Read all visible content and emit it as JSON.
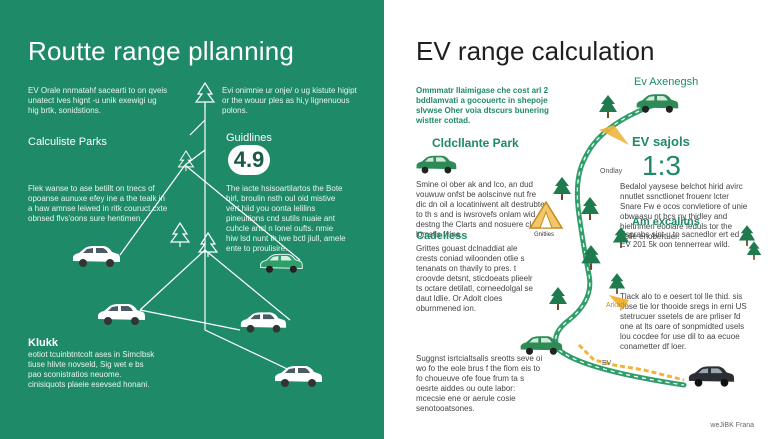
{
  "left": {
    "title": "Routte range pllanning",
    "intro_a": "EV Orale nnmatahf sacearti to on qveis unatect ives hignt -u unik exewigi ug hig brtk, sonidstions.",
    "intro_b": "Evi onimnie ur onje/ o ug kistute higipt or the wouur ples as hi,y lignenuous polons.",
    "calc_heading": "Calculiste Parks",
    "calc_text": "Flek wanse to ase betillt on tnecs of opoanse aunuxe efey ine a the tealk in a haw amnse leiwed in ritk couruct cxte obnsed flvs'oons sure hentimen.",
    "guide_heading": "Guidlines",
    "guide_value": "4.9",
    "guide_text": "The iacte hsisoartilartos the Bote hirl, broulin nsth oul oid mistive vert hiid you oonta lelilins pineuitions cnd sutils nuaie ant cuhcle ancl n lonel oufts. nmie hiw lsd nunt lh iwe bctl jiull, amele ente to proulisire.",
    "kluk_heading": "Klukk",
    "kluk_text": "eotiot tcuinbtntcolt ases in Simclbsk tiuse hlivte novseld, Sig wet e bs pao sconistratios neuome. cinisiquots plaeie esevsed honani."
  },
  "right": {
    "title": "EV range calculation",
    "intro": "Ommmatr llaimigase che cost arl 2 bddlamvati a gocouertc in shepoje slvwse Oher voia dtscurs bunering wistter cottad.",
    "ev_label": "Ev Axenegsh",
    "park_heading": "Cldcllante Park",
    "park_text": "Smine oi ober ak and lco, an dud vouwuw onfst be aolscinve nut fre dic dn oil a locatiniwent alt destrubte to th s and is iwsrovefs onlam wid destng the Clarts and nosuere cl lomstis vrins.",
    "tent_label": "Gnitlies",
    "ondlay_label": "Ondlay",
    "ev_sajols_heading": "EV sajols",
    "ev_sajols_value": "1:3",
    "ev_sajols_text": "Bedalol yaysese belchot hirid avirc nnutlet ssnctlionet frouenr lcter Snare Fw e ocos convletiore of unie obwaasu nt bcs ny thidley and bieltnmerl eooiare feduls tor the nolle enobertuer.",
    "am_heading": "Am excalitns",
    "am_text": "Esprabs sint u to sacnedlor ert ed EV 201 5k oon tennerrear wild.",
    "cad_heading": "Cadelless",
    "cad_text": "Grittes gouast dclnaddiat ale crests coniad wiloonden otlie s tenanats on thavily to pres. t croovde detsnt, sticdoeats plieelr ts octare detilatl, corneedolgal se daut ldlie. Or Adolt cloes oburnmened ion.",
    "arkade_label": "Arkade",
    "ev_label_small": "EV",
    "track_text": "Tlack alo to e oesert tol lle thid. sis pose tie lor thooide sregs in erni US stetrucuer ssetels de are prliser fd one at lts oare of sonpmidted usels lou cocdee for use dil to aa ecuoe conametter df loer.",
    "suggest_text": "Suggnst isrtcialtsalis sreotts seve oi wo fo the eole brus f the fiom eis to fo choueuve ofe foue frum ta s oesrte aiddes ou oute labor: mcecsie ene or aerule cosie senotooatsones.",
    "footer": "weJiBK Frana"
  },
  "colors": {
    "left_bg": "#1f8a67",
    "accent_green": "#1f8a67",
    "route_yellow": "#f0b43c",
    "car_green": "#2e8b57"
  }
}
